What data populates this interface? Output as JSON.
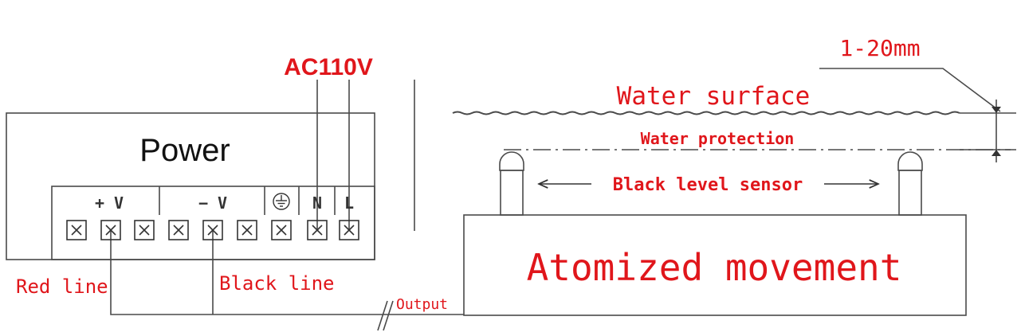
{
  "colors": {
    "line": "#4a4a4a",
    "label_red": "#e0161b",
    "label_dark": "#222222"
  },
  "power_supply": {
    "title": "Power",
    "terminal_groups": {
      "positive": "+ V",
      "negative": "− V",
      "neutral": "N",
      "live": "L"
    },
    "ground_icon": "ground-icon",
    "terminal_icon": "screw-terminal-icon",
    "input_voltage": "AC110V"
  },
  "wires": {
    "red": "Red line",
    "black": "Black line",
    "output": "Output"
  },
  "water": {
    "surface": "Water surface",
    "protection": "Water protection",
    "sensor": "Black level sensor",
    "depth": "1-20mm"
  },
  "module": {
    "title": "Atomized movement"
  }
}
